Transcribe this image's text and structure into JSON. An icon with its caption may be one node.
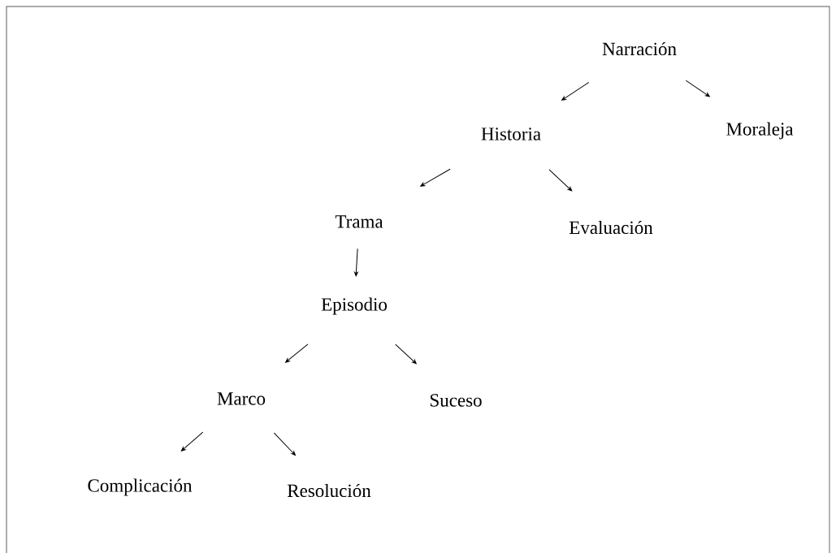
{
  "diagram": {
    "nodes": [
      {
        "text": [
          "Narración"
        ]
      },
      {
        "text": [
          "Historia"
        ]
      },
      {
        "text": [
          "Moraleja"
        ]
      },
      {
        "text": [
          "Trama"
        ]
      },
      {
        "text": [
          "Evaluación"
        ]
      },
      {
        "text": [
          "Episodio"
        ]
      },
      {
        "text": [
          "Marco"
        ]
      },
      {
        "text": [
          "Suceso"
        ]
      },
      {
        "text": [
          "Complicación"
        ]
      },
      {
        "text": [
          "Resolución"
        ]
      }
    ],
    "edges": [
      {
        "from": 0,
        "to": 1,
        "arrow": "to"
      },
      {
        "from": 0,
        "to": 2,
        "arrow": "to"
      },
      {
        "from": 1,
        "to": 3,
        "arrow": "to"
      },
      {
        "from": 1,
        "to": 4,
        "arrow": "to"
      },
      {
        "from": 3,
        "to": 5,
        "arrow": "to"
      },
      {
        "from": 5,
        "to": 6,
        "arrow": "to"
      },
      {
        "from": 5,
        "to": 7,
        "arrow": "to"
      },
      {
        "from": 6,
        "to": 8,
        "arrow": "to"
      },
      {
        "from": 6,
        "to": 9,
        "arrow": "to"
      }
    ]
  }
}
